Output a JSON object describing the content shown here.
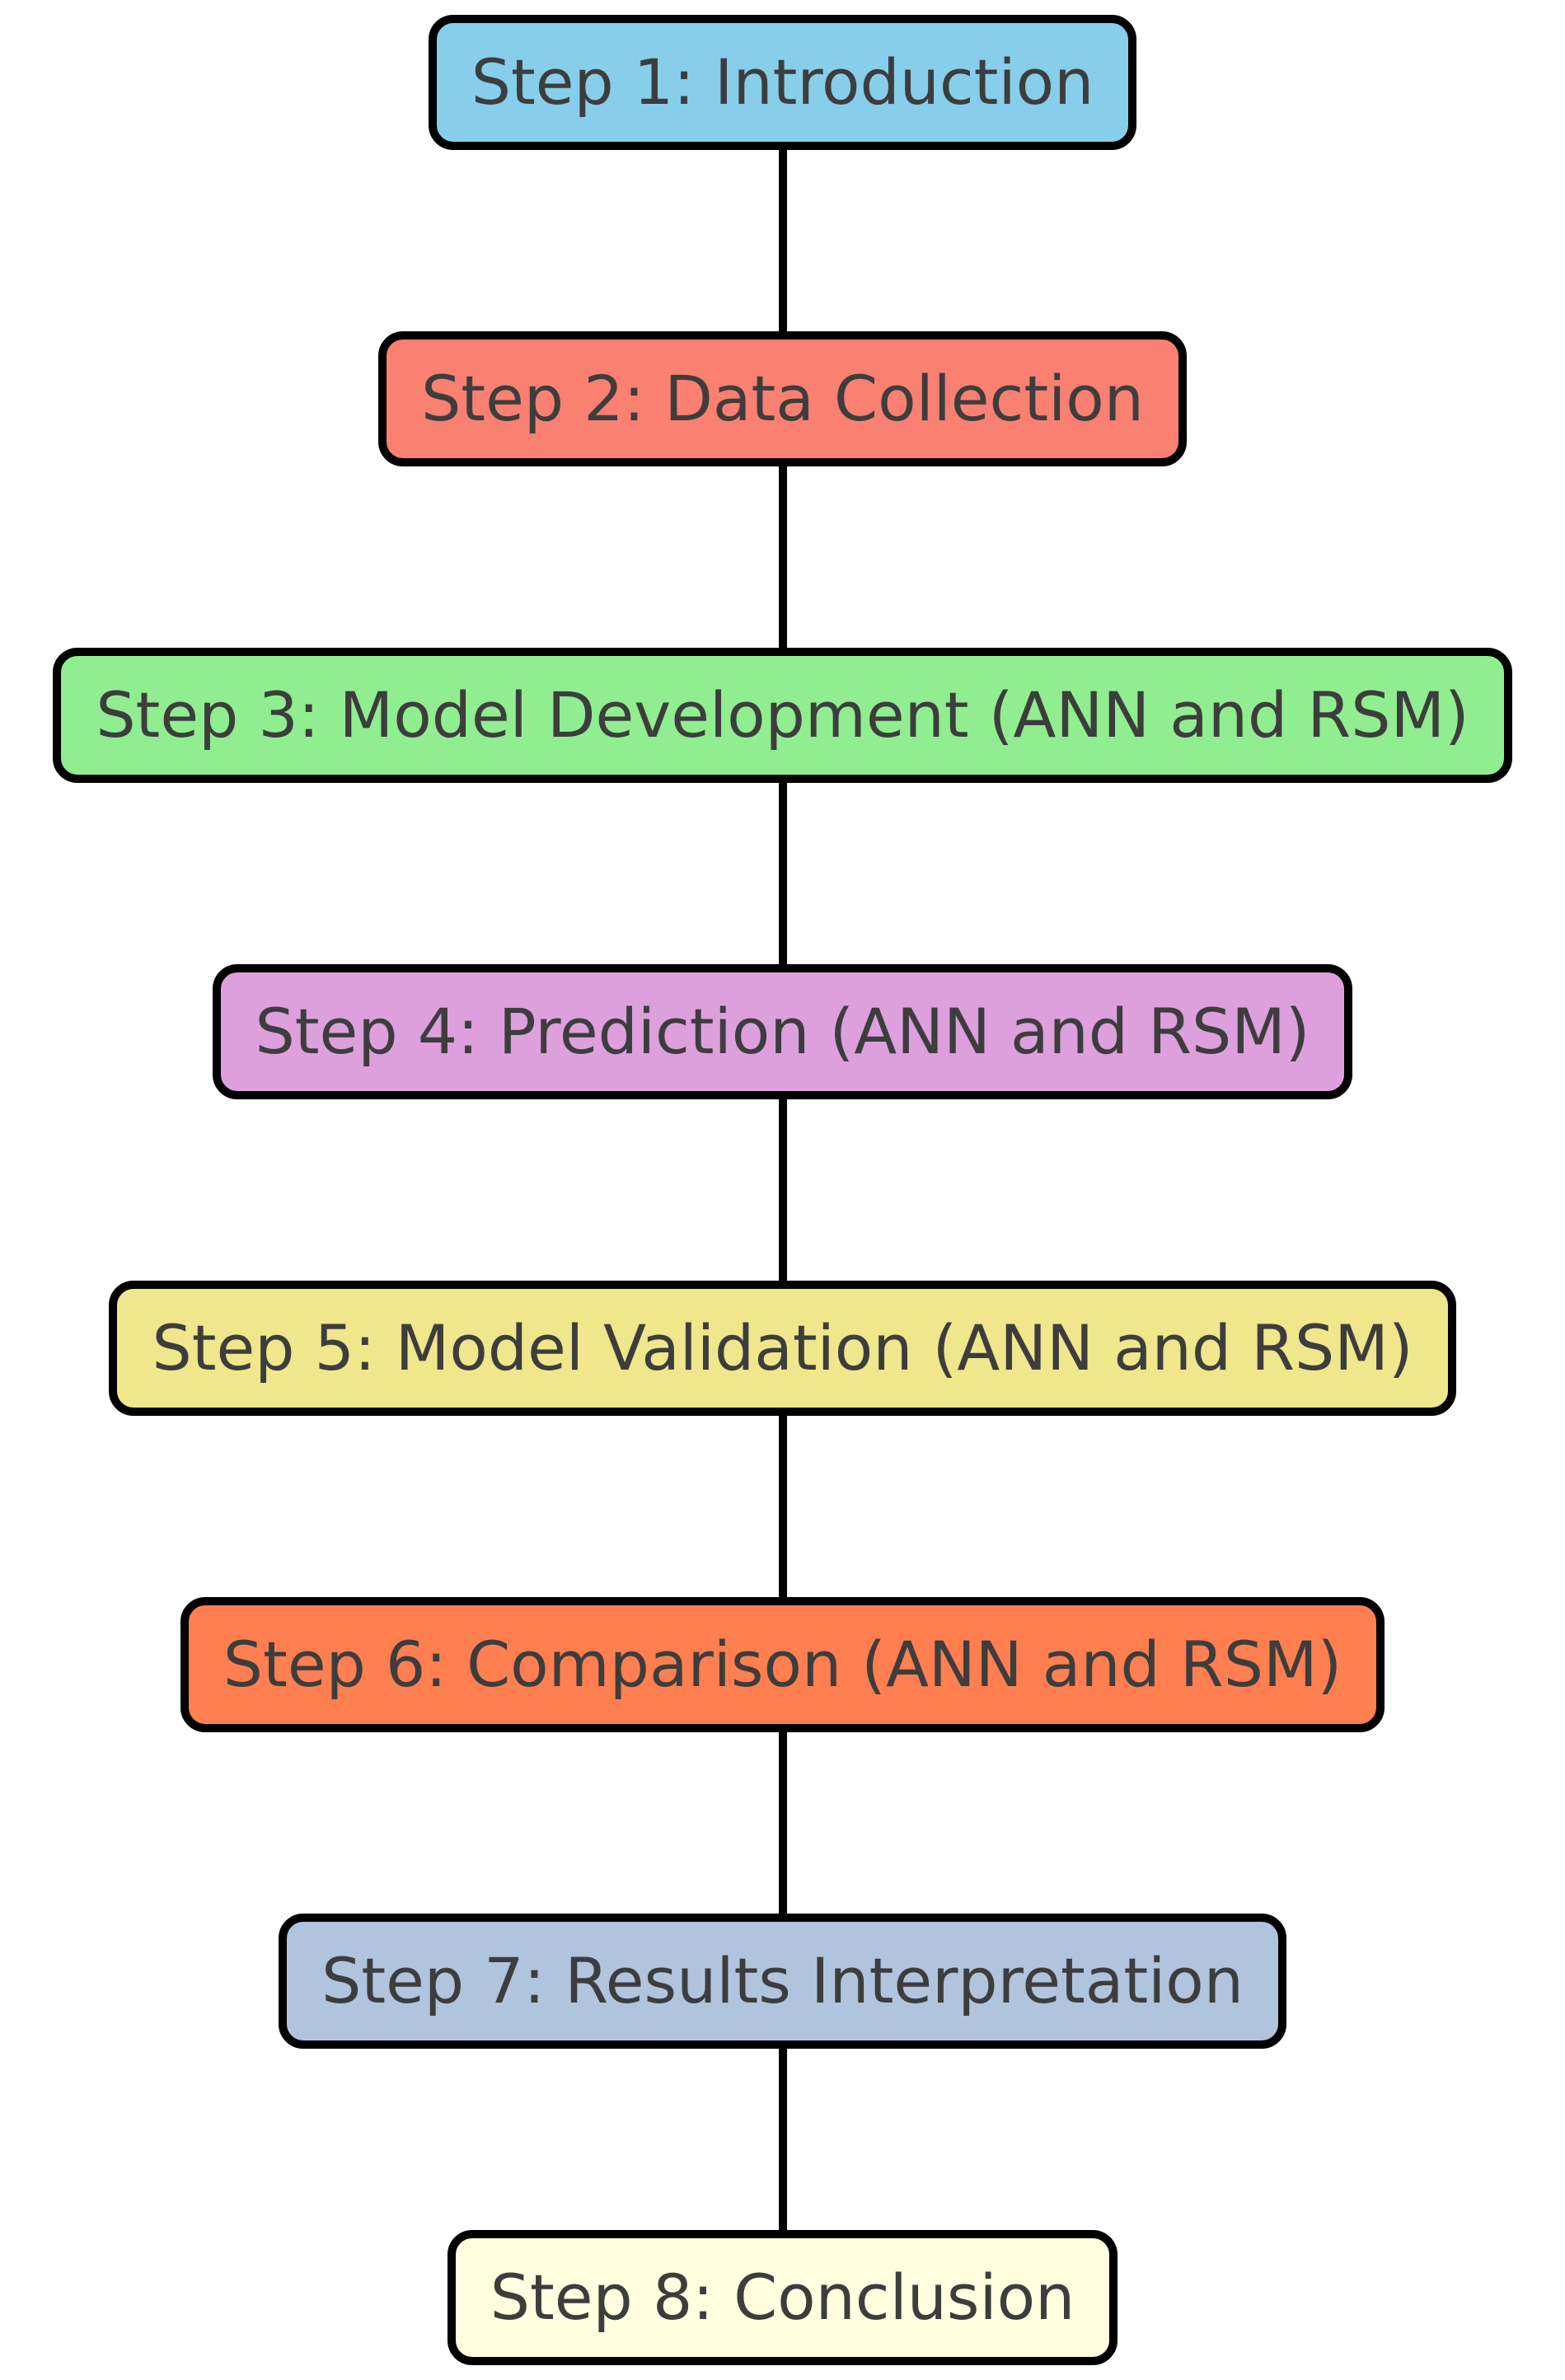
{
  "diagram": {
    "type": "flowchart",
    "direction": "vertical",
    "colors": {
      "page_background": "#ffffff",
      "box_border": "#000000",
      "text": "#3d3d3d",
      "connector_line": "#000000"
    },
    "steps": [
      {
        "label": "Step 1: Introduction",
        "fill": "#87CEEB"
      },
      {
        "label": "Step 2: Data Collection",
        "fill": "#FA8072"
      },
      {
        "label": "Step 3: Model Development (ANN and RSM)",
        "fill": "#90EE90"
      },
      {
        "label": "Step 4: Prediction (ANN and RSM)",
        "fill": "#DDA0DD"
      },
      {
        "label": "Step 5: Model Validation (ANN and RSM)",
        "fill": "#F0E68C"
      },
      {
        "label": "Step 6: Comparison (ANN and RSM)",
        "fill": "#FF7F50"
      },
      {
        "label": "Step 7: Results Interpretation",
        "fill": "#B0C4DE"
      },
      {
        "label": "Step 8: Conclusion",
        "fill": "#FFFFE0"
      }
    ]
  }
}
